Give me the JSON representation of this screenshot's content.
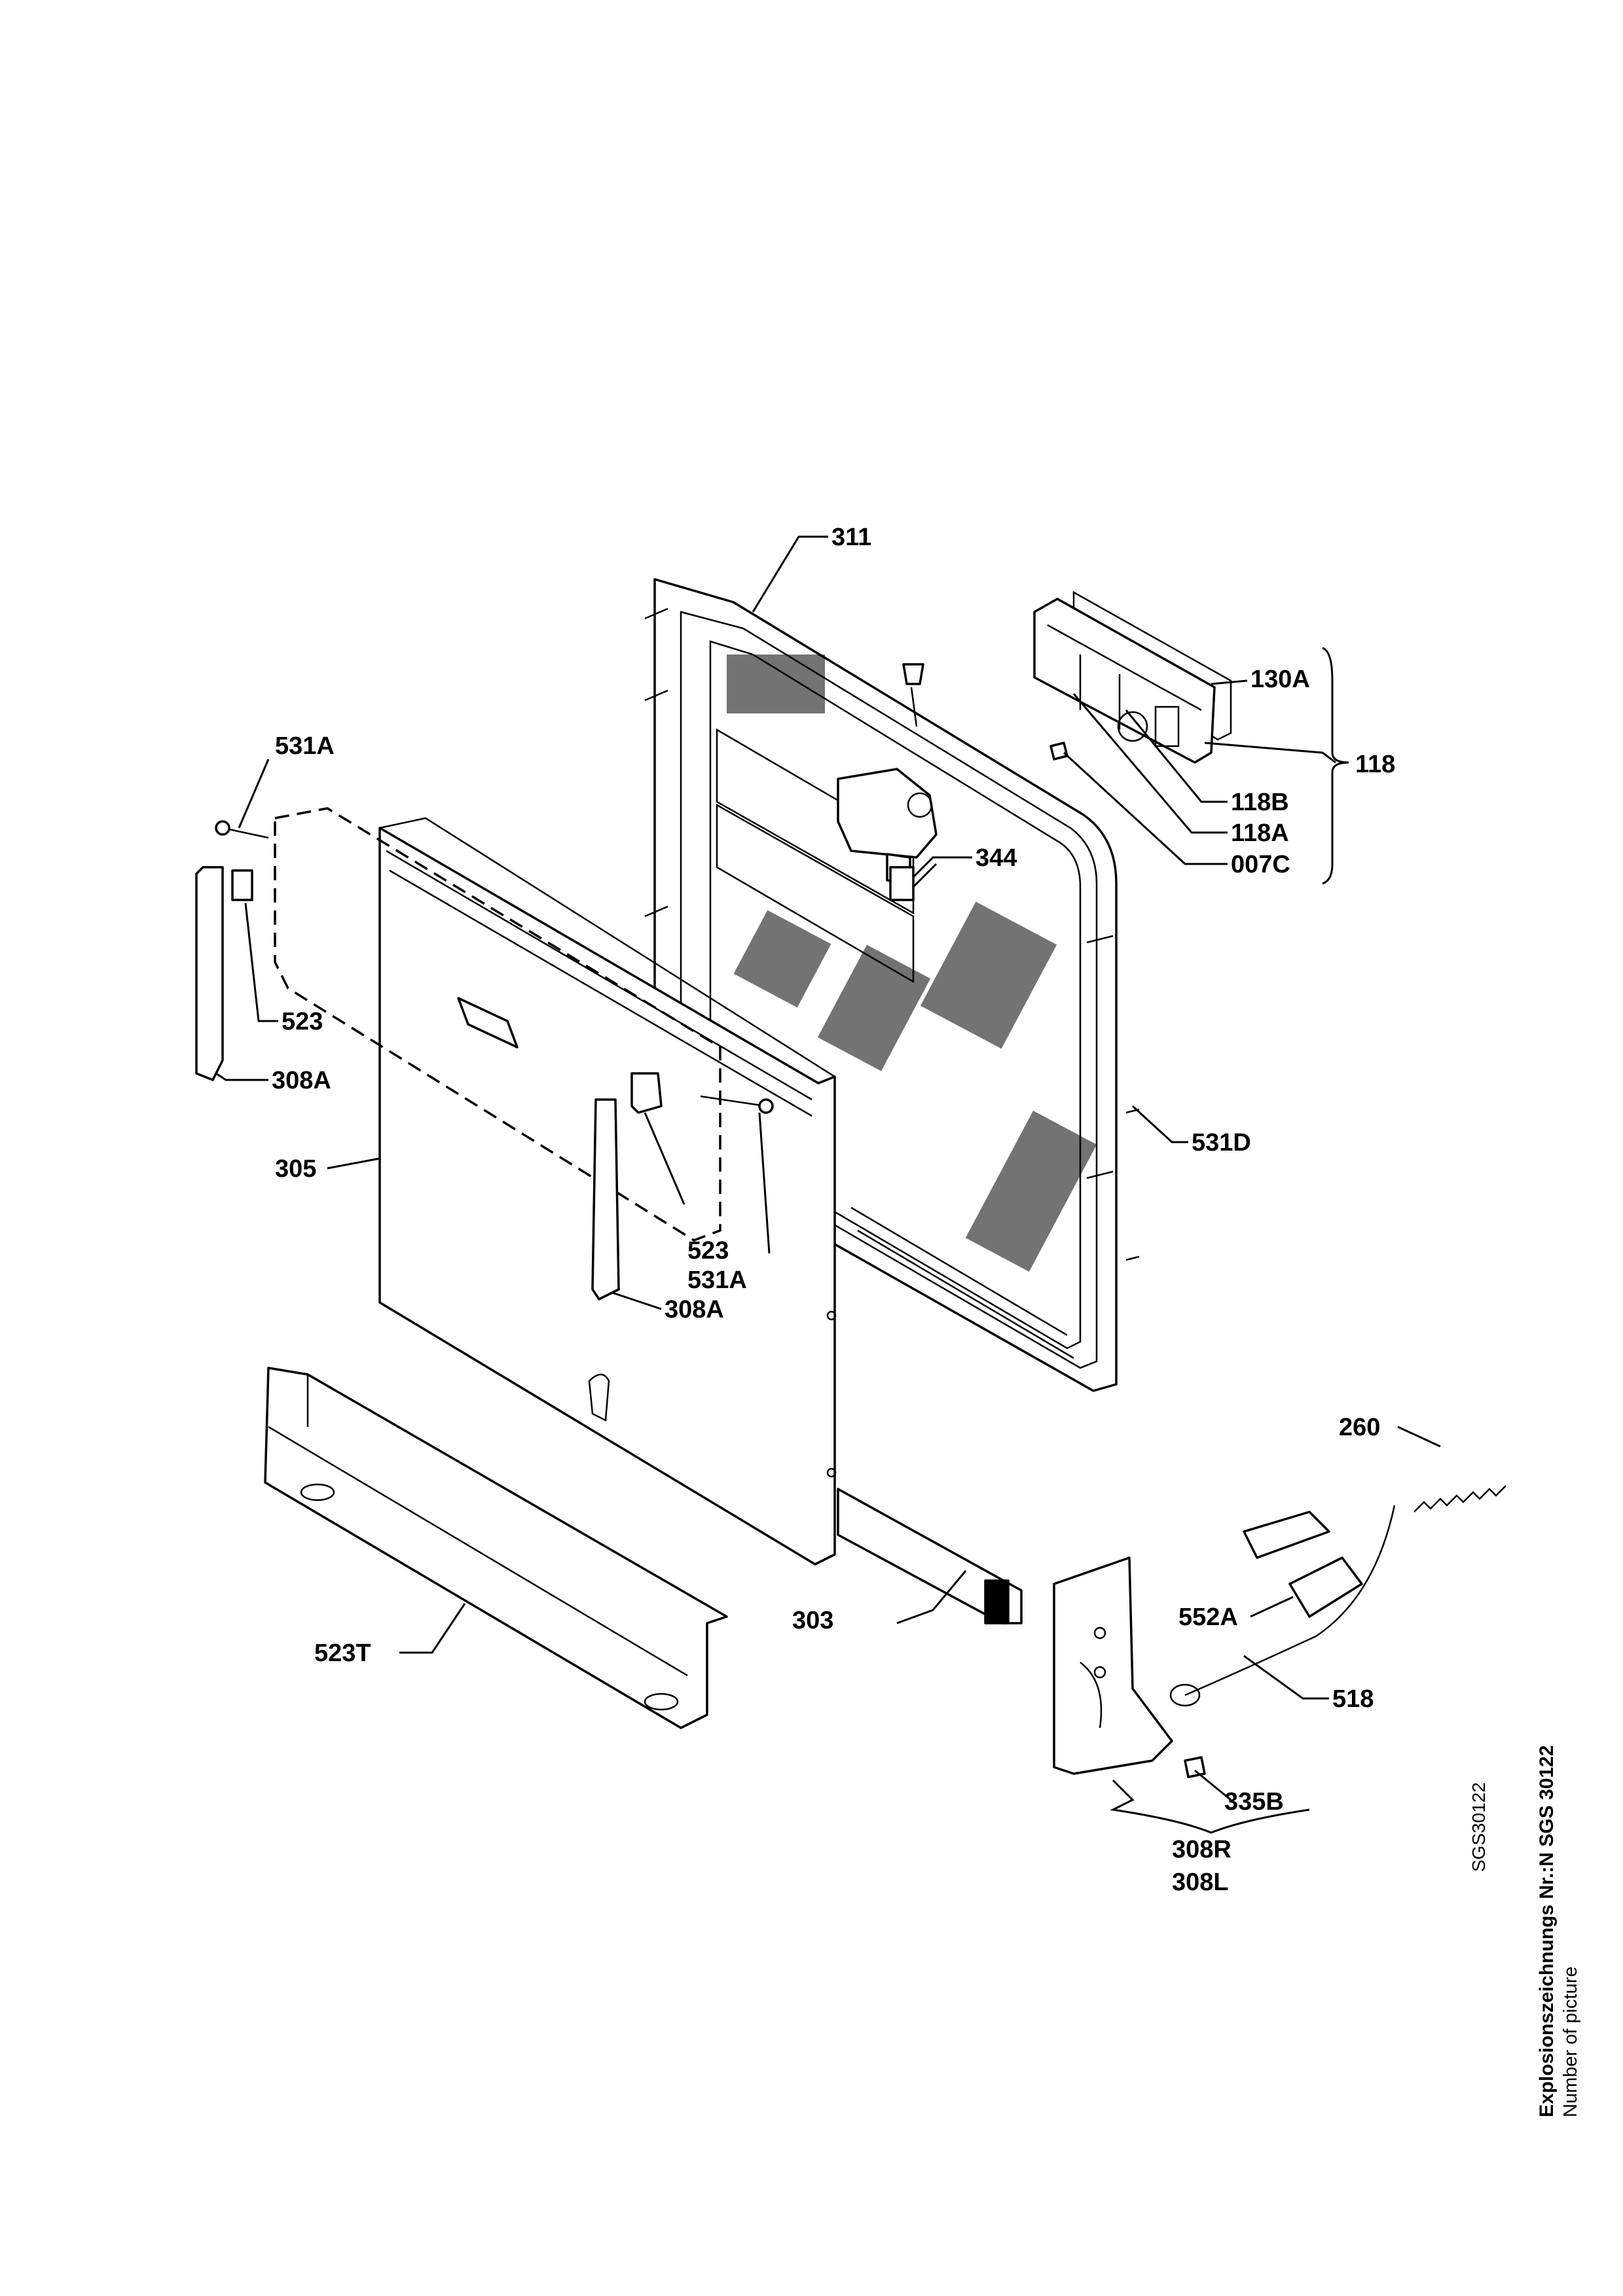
{
  "callouts": {
    "c311": "311",
    "c130A": "130A",
    "c118": "118",
    "c118B": "118B",
    "c118A": "118A",
    "c007C": "007C",
    "c344": "344",
    "c531A_top": "531A",
    "c523_left": "523",
    "c308A_left": "308A",
    "c305": "305",
    "c531D": "531D",
    "c523_mid": "523",
    "c531A_mid": "531A",
    "c308A_mid": "308A",
    "c260": "260",
    "c552A": "552A",
    "c303": "303",
    "c523T": "523T",
    "c518": "518",
    "c335B": "335B",
    "c308R": "308R",
    "c308L": "308L"
  },
  "side_notes": {
    "drawing_code": "SGS30122",
    "drawing_number": "Explosionszeichnungs Nr.:N SGS 30122",
    "number_caption": "Number of picture"
  }
}
